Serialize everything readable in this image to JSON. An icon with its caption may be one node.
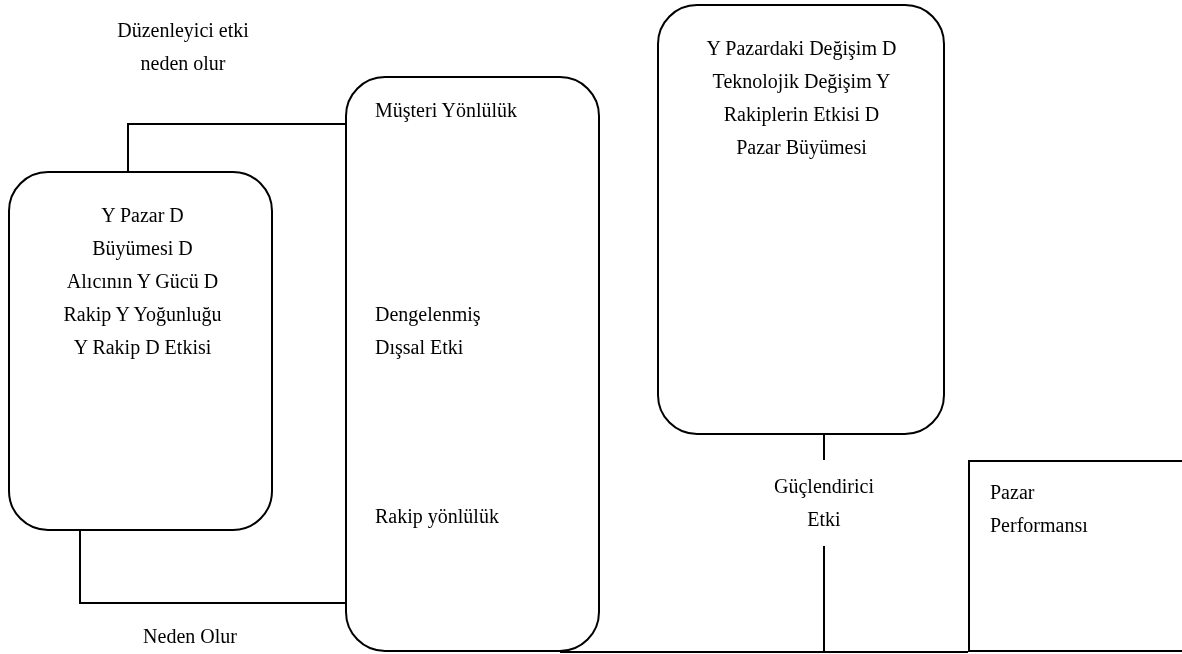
{
  "diagram": {
    "nodes": [
      {
        "text": [
          "Y Pazar D Büyümesi D Alıcının Y Gücü D Rakip Y Yoğunluğu Y Rakip D Etkisi"
        ]
      },
      {
        "text": [
          "Müşteri Yönlülük",
          "Dengelenmiş Dışsal Etki",
          "Rakip yönlülük"
        ]
      },
      {
        "text": [
          "Y Pazardaki Değişim D Teknolojik Değişim Y Rakiplerin Etkisi D Pazar Büyümesi"
        ]
      },
      {
        "text": [
          "Pazar Performansı"
        ]
      }
    ],
    "edges": [
      {
        "from": 0,
        "to": 1,
        "arrow": "none",
        "label": "Düzenleyici etki neden olur"
      },
      {
        "from": 0,
        "to": 1,
        "arrow": "none",
        "label": "Neden Olur"
      },
      {
        "from": 2,
        "to": 3,
        "arrow": "none",
        "label": "Güçlendirici Etki"
      },
      {
        "from": 1,
        "to": 3,
        "arrow": "none"
      }
    ]
  }
}
